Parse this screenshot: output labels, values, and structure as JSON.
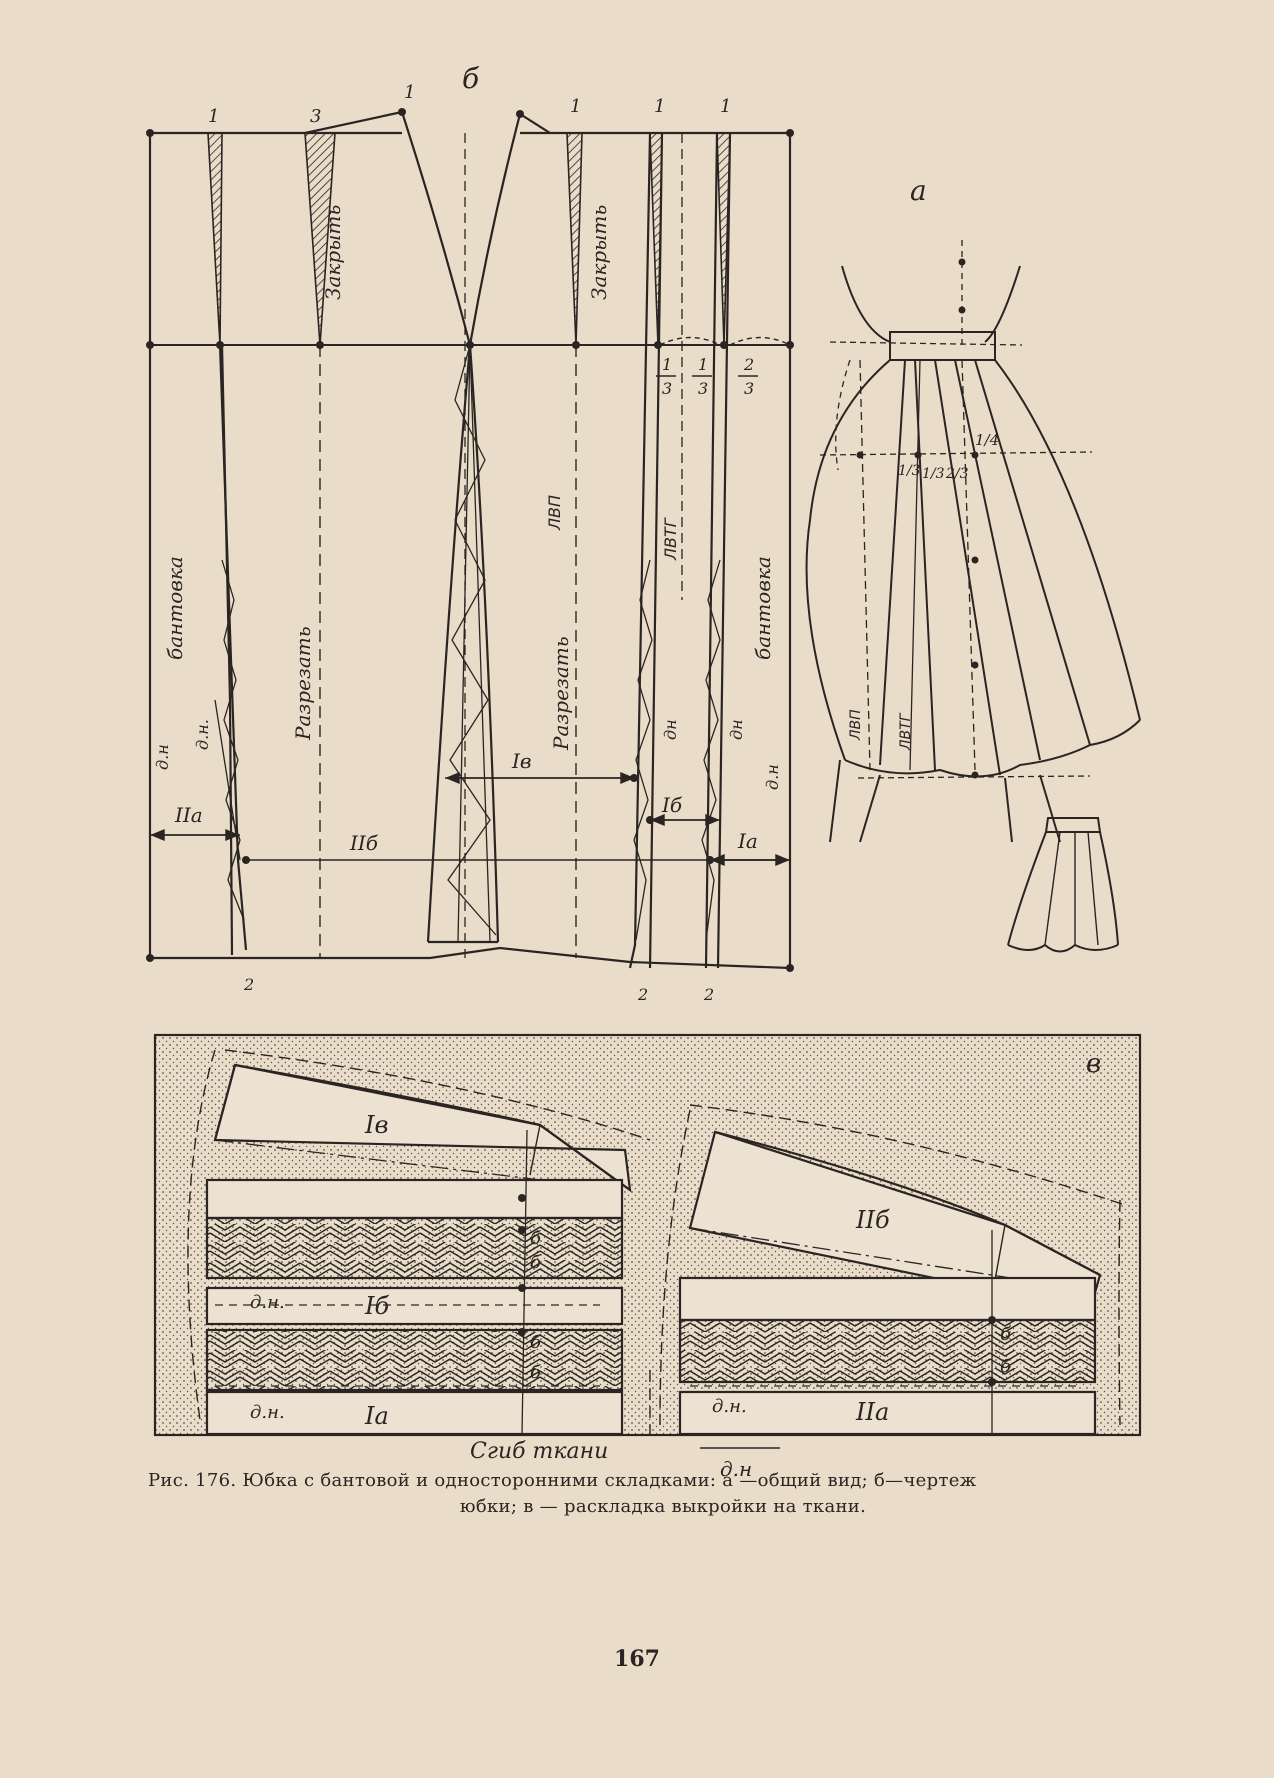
{
  "figure_b": {
    "letter": "б",
    "marks_top": [
      "1",
      "3",
      "1",
      "1",
      "1",
      "1"
    ],
    "zakryt": "Закрыть",
    "razrezat": "Разрезать",
    "bantovka": "бантовка",
    "lvp": "ЛВП",
    "lvtg": "ЛВТГ",
    "dn": "д.н",
    "dn_dot": "д.н.",
    "dn_short": "дн",
    "third": "1/3",
    "two_thirds": "2/3",
    "one_num": "1",
    "three_den": "3",
    "two_num": "2",
    "marks_bottom": [
      "2",
      "2",
      "2"
    ],
    "part_IIa": "IIа",
    "part_IIb": "IIб",
    "part_Iv": "Iв",
    "part_Ib": "Iб",
    "part_Ia": "Iа"
  },
  "figure_a": {
    "letter": "а",
    "quarter": "1/4",
    "third": "1/3",
    "two_thirds": "2/3",
    "lvp": "ЛВП",
    "lvtg": "ЛВТГ"
  },
  "figure_v": {
    "letter": "в",
    "part_Iv": "Iв",
    "part_Ib": "Iб",
    "part_Ia": "Iа",
    "part_IIb": "IIб",
    "part_IIa": "IIа",
    "dn": "д.н.",
    "b": "б",
    "fold_label": "Сгиб ткани",
    "dn_bottom": "д.н"
  },
  "caption": {
    "line1": "Рис. 176.  Юбка с бантовой и  односторонними  складками:  а —общий вид; б—чертеж",
    "line2": "юбки; в — раскладка выкройки на ткани."
  },
  "page_number": "167",
  "colors": {
    "paper": "#e9dcc9",
    "ink": "#2a2522"
  }
}
